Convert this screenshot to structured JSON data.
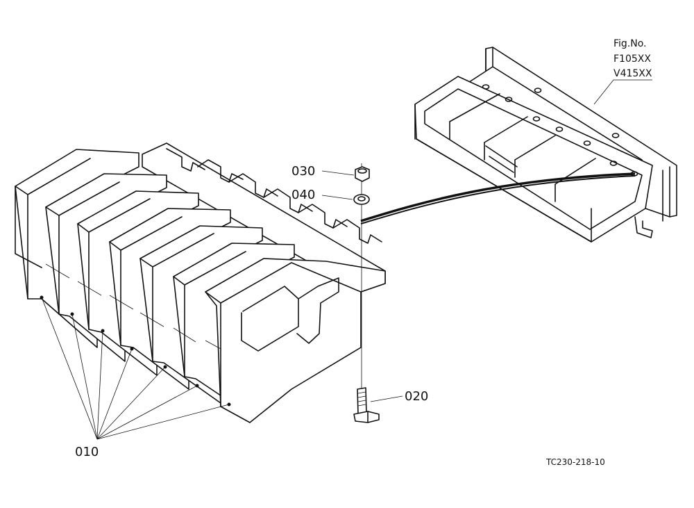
{
  "figure": {
    "fig_no_label": "Fig.No.",
    "fig_codes": [
      "F105XX",
      "V415XX"
    ],
    "drawing_code": "TC230-218-10"
  },
  "callouts": [
    {
      "id": "010",
      "part": "front-weight-stack"
    },
    {
      "id": "020",
      "part": "bolt"
    },
    {
      "id": "030",
      "part": "nut"
    },
    {
      "id": "040",
      "part": "washer"
    }
  ],
  "colors": {
    "line": "#111111",
    "paper": "#ffffff"
  }
}
